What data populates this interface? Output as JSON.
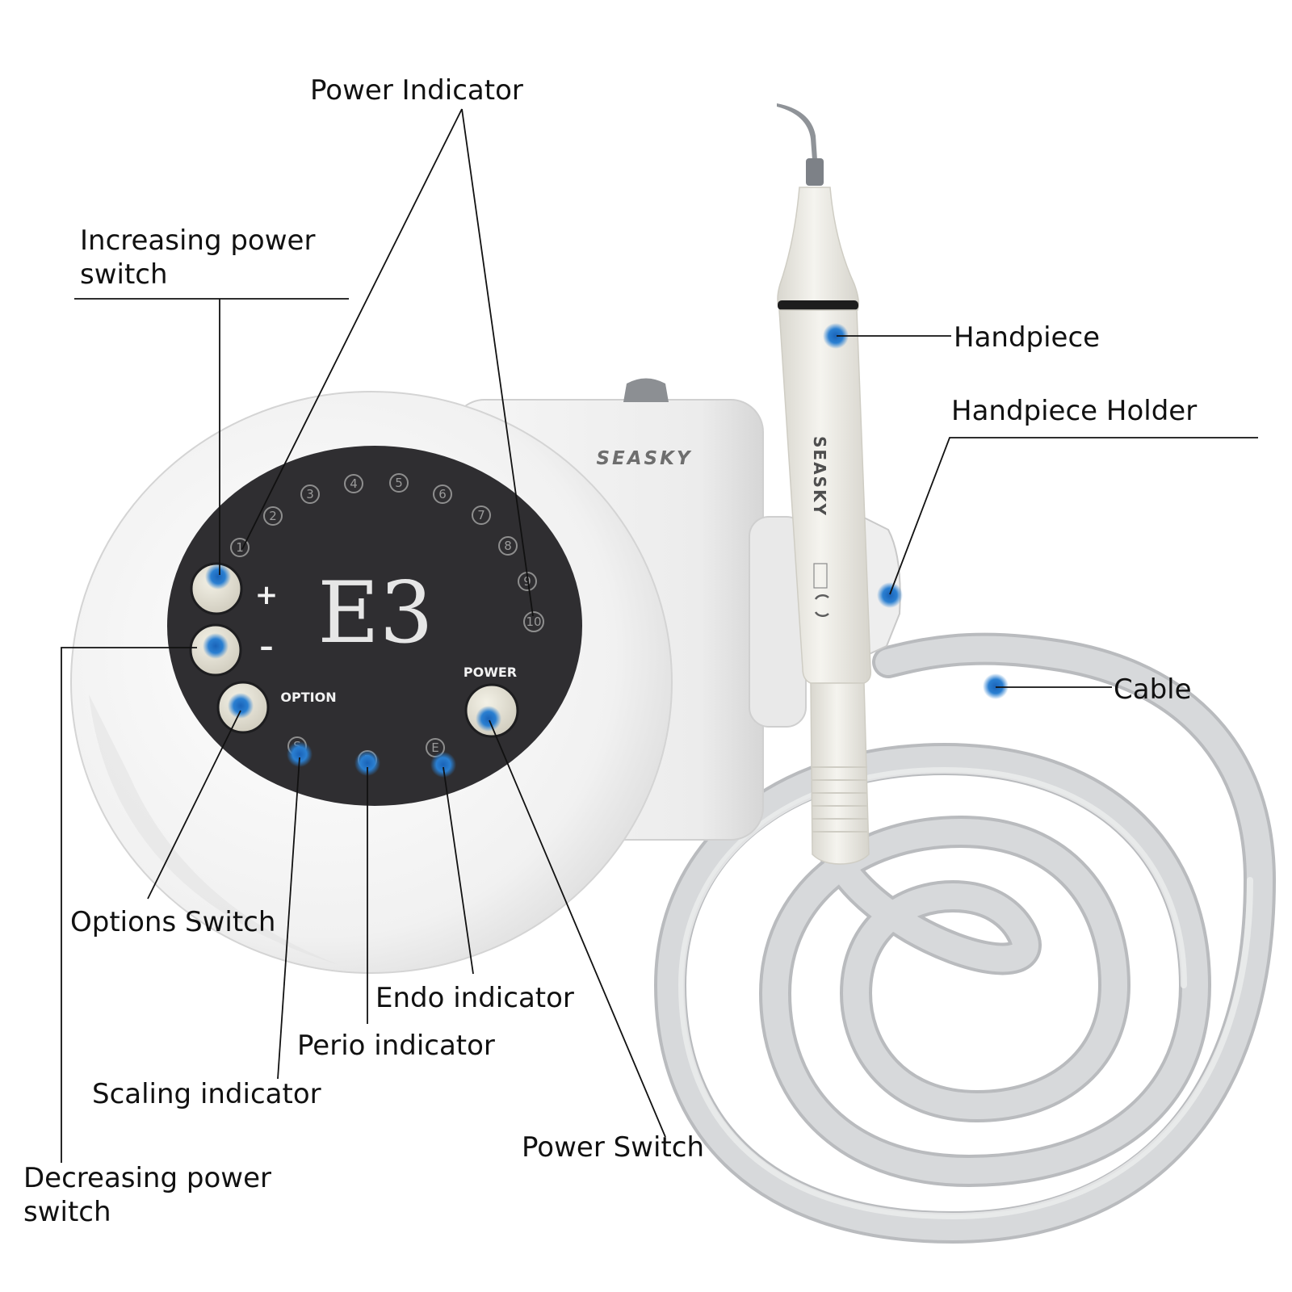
{
  "device": {
    "brand": "SEASKY",
    "model": "E3",
    "plus_symbol": "+",
    "minus_symbol": "–",
    "option_label": "OPTION",
    "power_label": "POWER",
    "power_levels": [
      "1",
      "2",
      "3",
      "4",
      "5",
      "6",
      "7",
      "8",
      "9",
      "10"
    ],
    "mode_letters": [
      "S",
      "P",
      "E"
    ]
  },
  "callouts": {
    "power_indicator": "Power Indicator",
    "increasing_power_switch": [
      "Increasing power",
      "switch"
    ],
    "handpiece": "Handpiece",
    "handpiece_holder": "Handpiece Holder",
    "cable": "Cable",
    "options_switch": "Options Switch",
    "endo_indicator": "Endo indicator",
    "perio_indicator": "Perio indicator",
    "scaling_indicator": "Scaling indicator",
    "power_switch": "Power Switch",
    "decreasing_power_switch": [
      "Decreasing power",
      "switch"
    ]
  },
  "colors": {
    "panel": "#2f2e31",
    "marker": "#1f73c4",
    "body": "#f2f2f2",
    "cable": "#d4d6d8"
  }
}
